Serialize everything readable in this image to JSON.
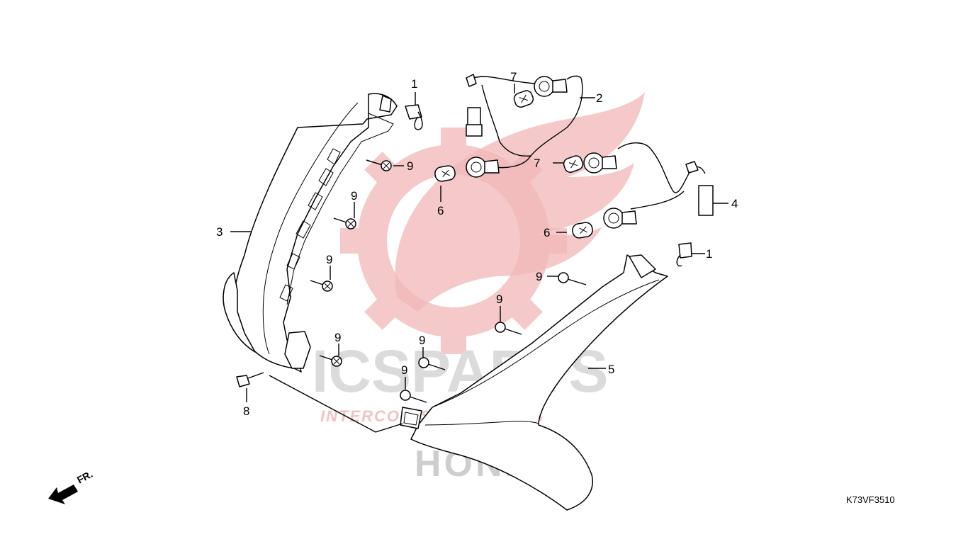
{
  "watermark": {
    "brand": "ICSPARTS",
    "tagline": "INTERCOM SPARE PARTS",
    "maker": "HONDA"
  },
  "diagram_code": "K73VF3510",
  "direction_label": "FR.",
  "callouts": {
    "c1a": "1",
    "c1b": "1",
    "c2": "2",
    "c3": "3",
    "c4": "4",
    "c5": "5",
    "c6a": "6",
    "c6b": "6",
    "c7a": "7",
    "c7b": "7",
    "c8": "8",
    "c9a": "9",
    "c9b": "9",
    "c9c": "9",
    "c9d": "9",
    "c9e": "9",
    "c9f": "9",
    "c9g": "9",
    "c9h": "9"
  },
  "colors": {
    "watermark_red": "#e8a0a0",
    "watermark_gray": "#d0d0d0",
    "line": "#000000"
  }
}
